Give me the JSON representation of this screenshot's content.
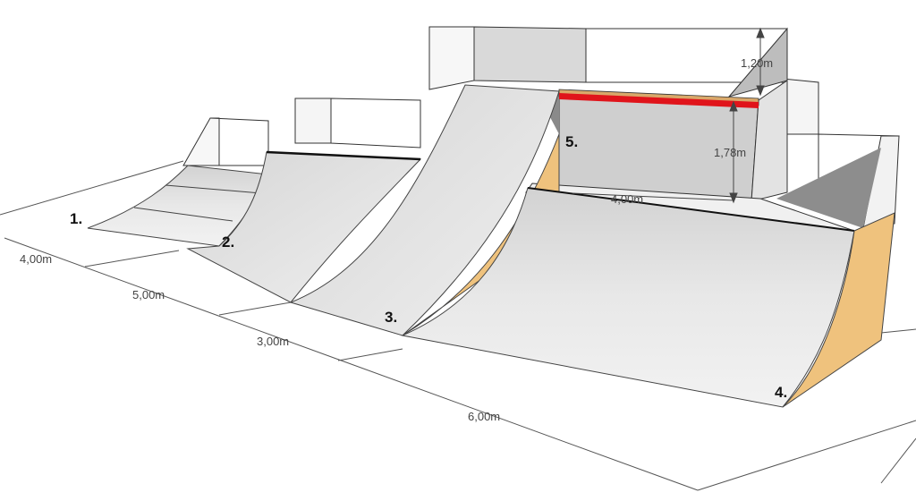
{
  "ramps": [
    {
      "label": "1."
    },
    {
      "label": "2."
    },
    {
      "label": "3."
    },
    {
      "label": "4."
    },
    {
      "label": "5."
    }
  ],
  "dimensions": {
    "ground": [
      "4,00m",
      "5,00m",
      "3,00m",
      "6,00m"
    ],
    "platform_width": "4,00m",
    "wall_height": "1,78m",
    "top_height": "1,20m"
  },
  "colors": {
    "surface": "#e6e6e6",
    "surface_shade": "#c9c9c9",
    "wood_side": "#efc27d",
    "coping_red": "#e0141b",
    "outline": "#1a1a1a"
  }
}
